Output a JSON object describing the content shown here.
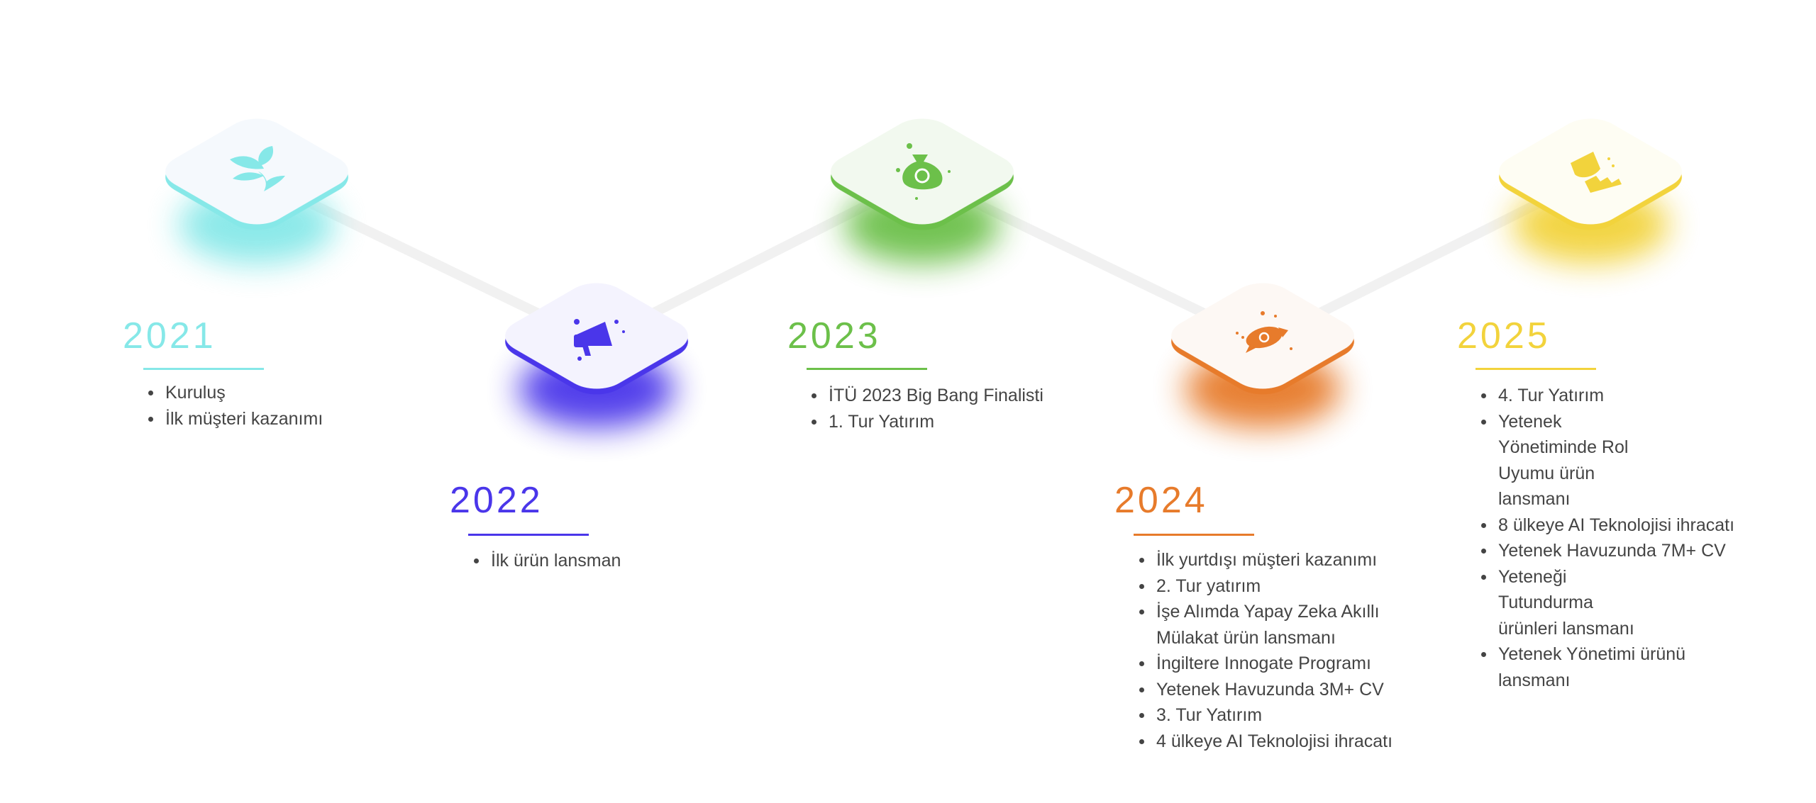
{
  "colors": {
    "c2021": "#86e8e8",
    "c2022": "#4a36ea",
    "c2023": "#6cc04a",
    "c2024": "#e77b2b",
    "c2025": "#f2d33c",
    "line": "#f1f1f1",
    "text": "#444444"
  },
  "milestones": [
    {
      "year": "2021",
      "icon": "sprout-icon",
      "items": [
        "Kuruluş",
        "İlk müşteri kazanımı"
      ]
    },
    {
      "year": "2022",
      "icon": "megaphone-icon",
      "items": [
        "İlk ürün lansman"
      ]
    },
    {
      "year": "2023",
      "icon": "money-bag-icon",
      "items": [
        "İTÜ 2023 Big Bang Finalisti",
        "1. Tur Yatırım"
      ]
    },
    {
      "year": "2024",
      "icon": "rocket-icon",
      "items": [
        "İlk yurtdışı müşteri kazanımı",
        "2. Tur yatırım",
        "İşe Alımda Yapay Zeka Akıllı Mülakat ürün lansmanı",
        "İngiltere Innogate Programı",
        "Yetenek Havuzunda 3M+  CV",
        "3. Tur Yatırım",
        "4 ülkeye AI Teknolojisi ihracatı"
      ]
    },
    {
      "year": "2025",
      "icon": "trophy-stairs-icon",
      "items": [
        "4. Tur Yatırım",
        "Yetenek Yönetiminde Rol Uyumu ürün lansmanı",
        "8 ülkeye AI Teknolojisi ihracatı",
        "Yetenek Havuzunda 7M+ CV",
        "Yeteneği Tutundurma ürünleri lansmanı",
        "Yetenek Yönetimi ürünü lansmanı"
      ]
    }
  ]
}
